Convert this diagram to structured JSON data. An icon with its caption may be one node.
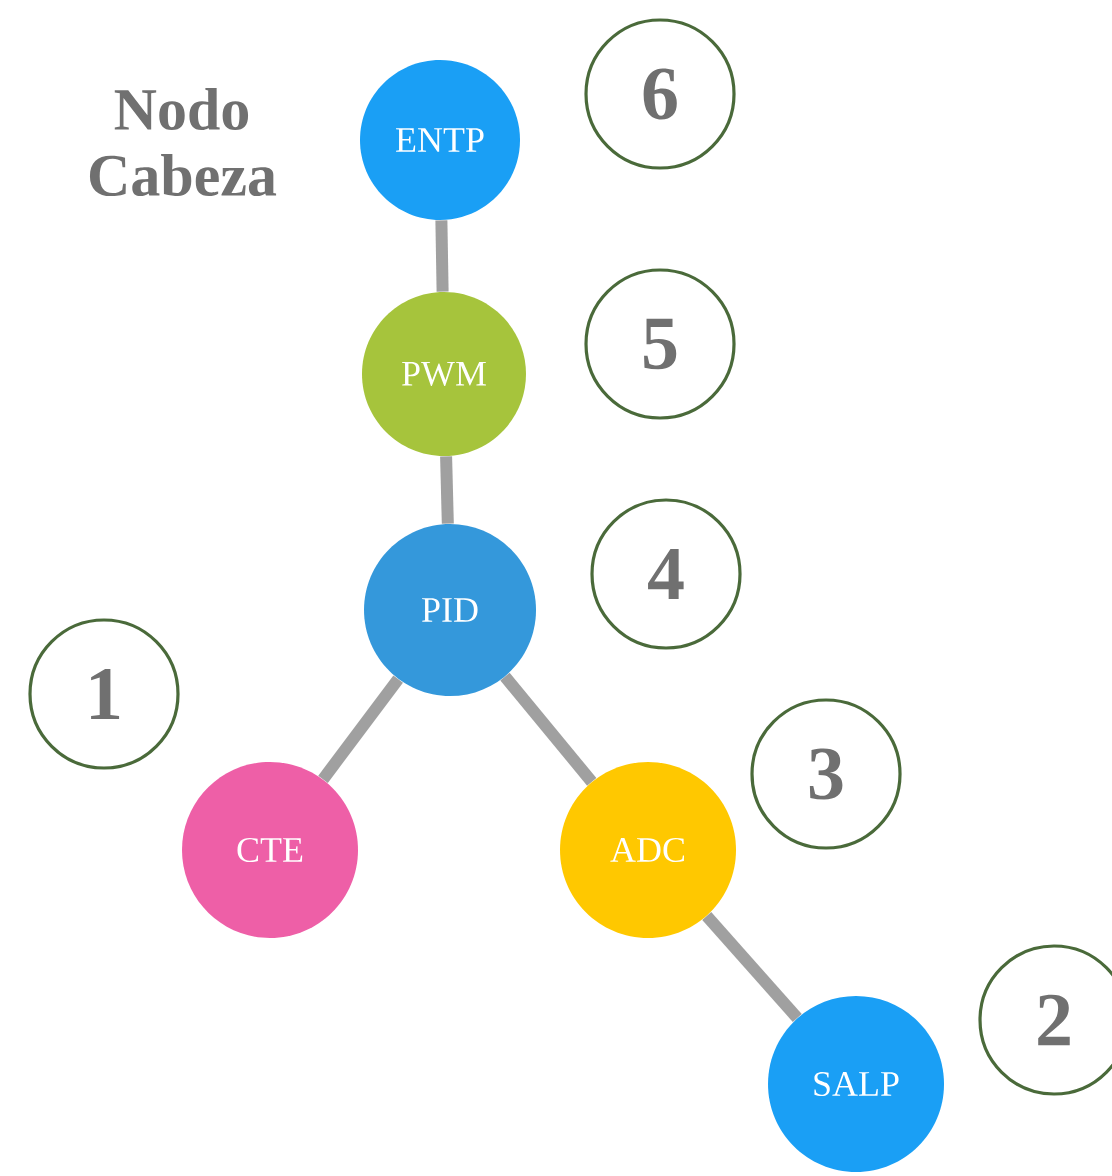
{
  "diagram": {
    "nodes": [
      {
        "text": [
          "ENTP"
        ]
      },
      {
        "text": [
          "PWM"
        ]
      },
      {
        "text": [
          "PID"
        ]
      },
      {
        "text": [
          "CTE"
        ]
      },
      {
        "text": [
          "ADC"
        ]
      },
      {
        "text": [
          "SALP"
        ]
      },
      {
        "text": [
          "6"
        ]
      },
      {
        "text": [
          "5"
        ]
      },
      {
        "text": [
          "4"
        ]
      },
      {
        "text": [
          "1"
        ]
      },
      {
        "text": [
          "3"
        ]
      },
      {
        "text": [
          "2"
        ]
      }
    ],
    "edges": [
      {
        "from": 0,
        "to": 1,
        "arrow": "none"
      },
      {
        "from": 1,
        "to": 2,
        "arrow": "none"
      },
      {
        "from": 2,
        "to": 3,
        "arrow": "none"
      },
      {
        "from": 2,
        "to": 4,
        "arrow": "none"
      },
      {
        "from": 4,
        "to": 5,
        "arrow": "none"
      }
    ],
    "labels": [
      "Nodo Cabeza"
    ]
  }
}
